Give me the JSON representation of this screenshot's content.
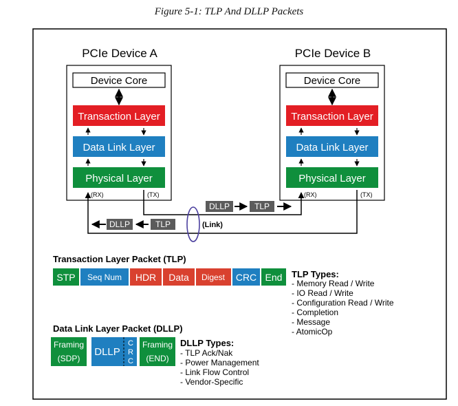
{
  "caption": "Figure 5-1: TLP And DLLP Packets",
  "device_a": {
    "title": "PCIe Device A",
    "core": "Device Core",
    "transaction": "Transaction Layer",
    "datalink": "Data Link Layer",
    "physical": "Physical Layer",
    "rx": "(RX)",
    "tx": "(TX)"
  },
  "device_b": {
    "title": "PCIe Device B",
    "core": "Device Core",
    "transaction": "Transaction Layer",
    "datalink": "Data Link Layer",
    "physical": "Physical Layer",
    "rx": "(RX)",
    "tx": "(TX)"
  },
  "link": {
    "label": "(Link)",
    "top_packets": [
      "DLLP",
      "TLP"
    ],
    "bottom_packets": [
      "DLLP",
      "TLP"
    ]
  },
  "tlp": {
    "title": "Transaction Layer Packet (TLP)",
    "fields": [
      "STP",
      "Seq Num",
      "HDR",
      "Data",
      "Digest",
      "CRC",
      "End"
    ],
    "types_title": "TLP Types:",
    "types": [
      "- Memory Read / Write",
      "- IO Read / Write",
      "- Configuration Read / Write",
      "- Completion",
      "- Message",
      "- AtomicOp"
    ]
  },
  "dllp": {
    "title": "Data Link Layer Packet (DLLP)",
    "framing_sdp": [
      "Framing",
      "(SDP)"
    ],
    "body": "DLLP",
    "crc": [
      "C",
      "R",
      "C"
    ],
    "framing_end": [
      "Framing",
      "(END)"
    ],
    "types_title": "DLLP Types:",
    "types": [
      "- TLP Ack/Nak",
      "- Power Management",
      "- Link Flow Control",
      "- Vendor-Specific"
    ]
  },
  "colors": {
    "transaction": "#e31e24",
    "datalink": "#1f7fc0",
    "physical": "#0f8f3c",
    "packet_gray": "#5b5b5b",
    "link_ellipse": "#4b3f9e",
    "hdr_red": "#d9412f"
  }
}
